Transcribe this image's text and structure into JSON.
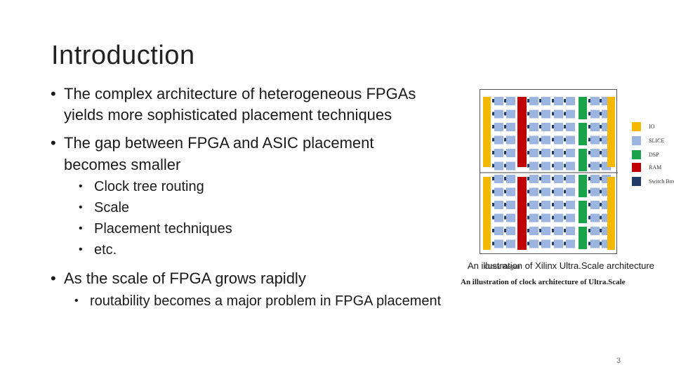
{
  "slide": {
    "title": "Introduction",
    "bullets": [
      {
        "text_line1": "The complex architecture of heterogeneous FPGAs",
        "text_line2": "yields more sophisticated placement techniques"
      },
      {
        "text_line1": "The gap between FPGA and ASIC placement",
        "text_line2": "becomes smaller"
      },
      {
        "sub": [
          "Clock tree routing",
          "Scale",
          "Placement techniques",
          "etc."
        ]
      },
      {
        "text_line1": "As the scale of FPGA grows rapidly"
      },
      {
        "sub": [
          "routability becomes a major problem in FPGA placement"
        ]
      }
    ],
    "bullet_glyph": "•",
    "page_number": "3"
  },
  "figure": {
    "caption_main": "An illustration of Xilinx Ultra.Scale architecture",
    "caption_overlap": "Clock Region",
    "caption_bold": "An illustration of clock architecture of Ultra.Scale",
    "legend": [
      {
        "label": "IO",
        "color": "#f5b800"
      },
      {
        "label": "SLICE",
        "color": "#9bb5e0"
      },
      {
        "label": "DSP",
        "color": "#1aa34a"
      },
      {
        "label": "RAM",
        "color": "#c00000"
      },
      {
        "label": "Switch Box",
        "color": "#1f3b66"
      }
    ]
  }
}
